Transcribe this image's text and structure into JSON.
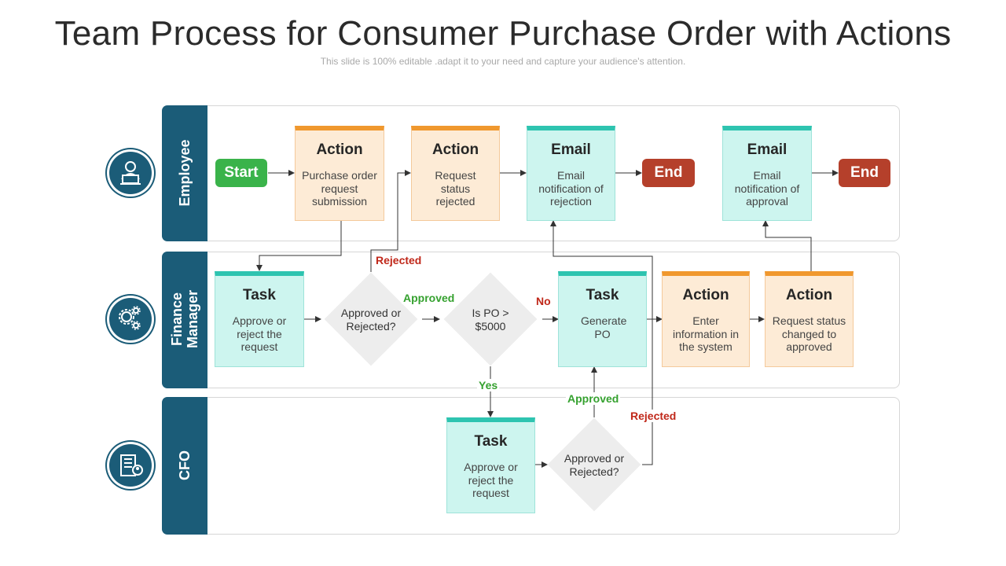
{
  "title": "Team Process for Consumer Purchase Order with Actions",
  "subtitle": "This slide is 100% editable .adapt it to your need and capture your audience's attention.",
  "lanes": {
    "employee": "Employee",
    "finance": "Finance Manager",
    "cfo": "CFO"
  },
  "nodes": {
    "start": "Start",
    "end1": "End",
    "end2": "End",
    "action_submit": {
      "heading": "Action",
      "text": "Purchase order request submission"
    },
    "action_status_rejected": {
      "heading": "Action",
      "text": "Request status rejected"
    },
    "email_rejection": {
      "heading": "Email",
      "text": "Email notification of rejection"
    },
    "email_approval": {
      "heading": "Email",
      "text": "Email notification of approval"
    },
    "task_fm_approve": {
      "heading": "Task",
      "text": "Approve or reject the request"
    },
    "decision_fm": "Approved or Rejected?",
    "decision_po": "Is PO > $5000",
    "task_generate_po": {
      "heading": "Task",
      "text": "Generate PO"
    },
    "action_enter_info": {
      "heading": "Action",
      "text": "Enter information in the system"
    },
    "action_status_approved": {
      "heading": "Action",
      "text": "Request status changed to approved"
    },
    "task_cfo_approve": {
      "heading": "Task",
      "text": "Approve or reject the request"
    },
    "decision_cfo": "Approved or Rejected?"
  },
  "edge_labels": {
    "rejected_fm": "Rejected",
    "approved_fm": "Approved",
    "no": "No",
    "yes": "Yes",
    "approved_cfo": "Approved",
    "rejected_cfo": "Rejected"
  },
  "colors": {
    "lane_header": "#1b5c78",
    "action_fill": "#fdebd6",
    "action_top": "#f0982e",
    "teal_fill": "#cdf5ef",
    "teal_top": "#2ec4b0",
    "start": "#3ab34a",
    "end": "#b5402b",
    "approved_label": "#35a12f",
    "rejected_label": "#c0281a"
  },
  "icons": [
    "person-laptop-icon",
    "gears-icon",
    "building-person-icon"
  ]
}
